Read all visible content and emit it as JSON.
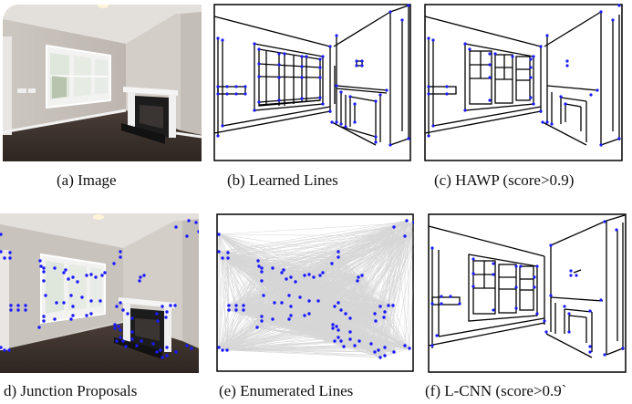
{
  "figure": {
    "panels": [
      {
        "id": "a",
        "caption": "(a)  Image"
      },
      {
        "id": "b",
        "caption": "(b)  Learned Lines"
      },
      {
        "id": "c",
        "caption": "(c)  HAWP (score>0.9)"
      },
      {
        "id": "d",
        "caption": "d)  Junction Proposals"
      },
      {
        "id": "e",
        "caption": "(e)  Enumerated Lines"
      },
      {
        "id": "f",
        "caption": "(f)  L-CNN (score>0.9`"
      }
    ]
  },
  "colors": {
    "junction": "#1a1aff",
    "line": "#000000",
    "enumerated": "#8c8c8c",
    "wall": "#c9c3bd",
    "floor": "#3a302b"
  }
}
